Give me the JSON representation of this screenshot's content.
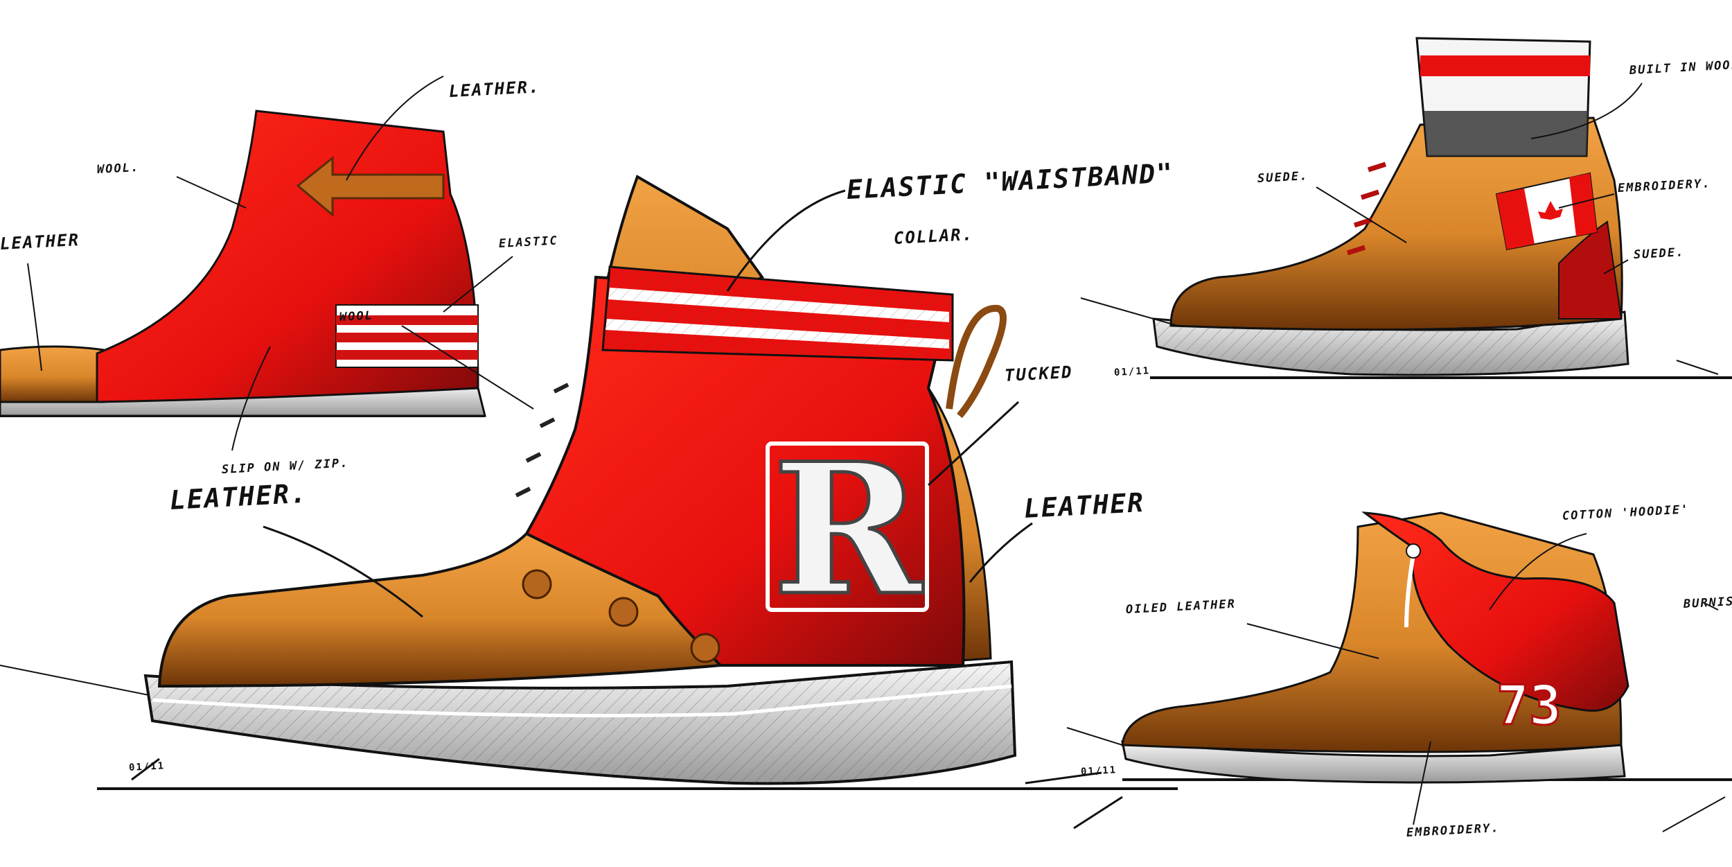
{
  "sketches": {
    "center_boot": {
      "notes": {
        "elastic": "ELASTIC \"WAISTBAND\"",
        "collar": "COLLAR.",
        "tucked": "TUCKED",
        "leather_left": "LEATHER.",
        "leather_right": "LEATHER",
        "date": "01/11"
      },
      "logo_letter": "R"
    },
    "left_boot": {
      "notes": {
        "leather_top": "LEATHER.",
        "wool_top": "WOOL.",
        "leather_side": "LEATHER",
        "elastic": "ELASTIC",
        "wool_panel": "WOOL",
        "slip_on": "SLIP ON W/ ZIP."
      }
    },
    "top_right_boot": {
      "notes": {
        "sock": "BUILT IN WOOL SOCK.",
        "suede_left": "SUEDE.",
        "embroidery": "EMBROIDERY.",
        "suede_right": "SUEDE.",
        "date": "01/11"
      }
    },
    "bottom_right_boot": {
      "notes": {
        "hoodie": "COTTON 'HOODIE'",
        "oiled": "OILED LEATHER",
        "embroidery": "EMBROIDERY.",
        "burnished": "BURNIS",
        "date": "01/11"
      },
      "number": "73"
    }
  },
  "colors": {
    "red": "#e8100e",
    "red_dark": "#7e0a0a",
    "tan": "#d9862a",
    "tan_dark": "#7a3d0c",
    "sole": "#e9e9e9",
    "ink": "#111111"
  }
}
